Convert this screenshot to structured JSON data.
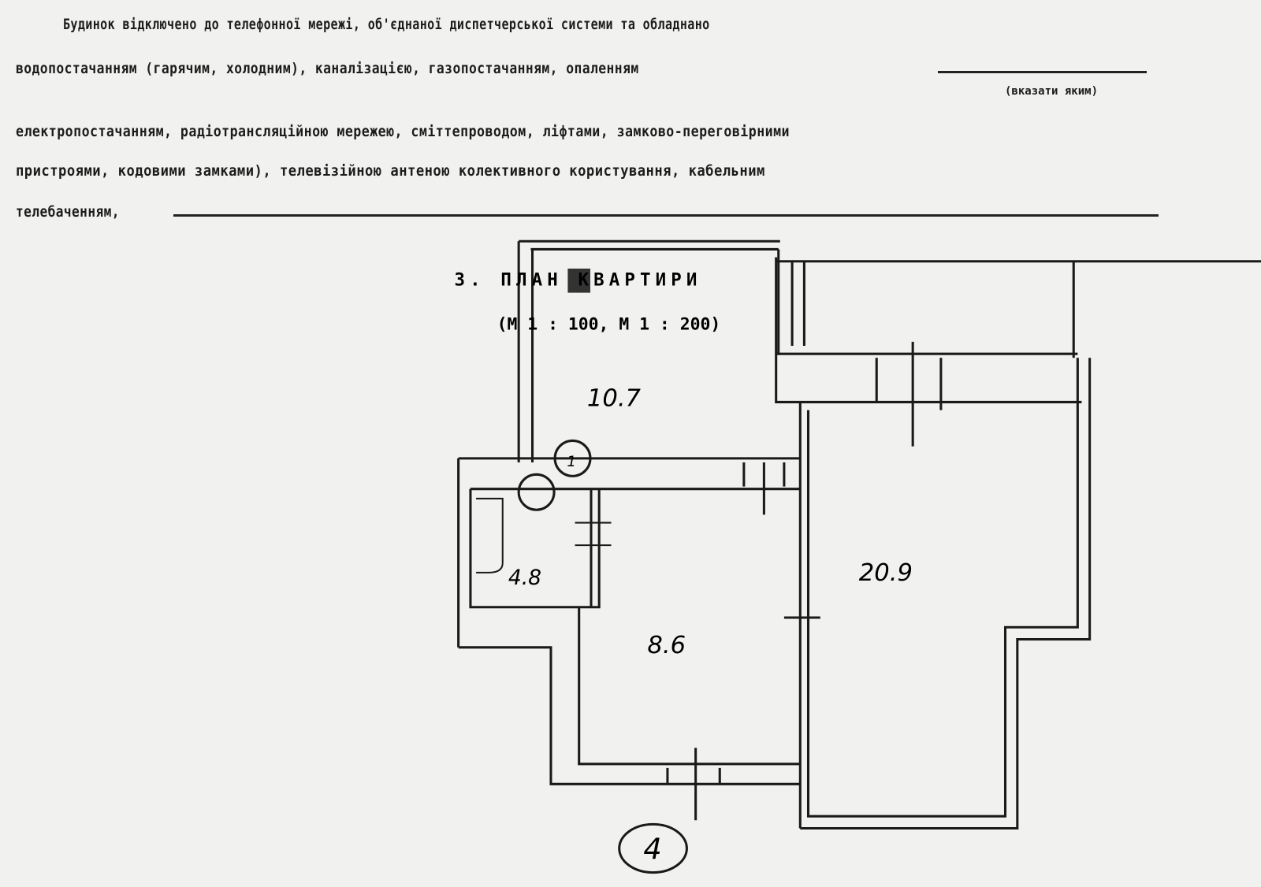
{
  "paragraph": {
    "line1": "Будинок відключено до телефонної мережі, об'єднаної диспетчерської системи та обладнано",
    "line2": "водопостачанням (гарячим, холодним), каналізацією, газопостачанням, опаленням",
    "hint": "(вказати яким)",
    "line3": "електропостачанням, радіотрансляційною мережею, сміттепроводом, ліфтами, замково-переговірними",
    "line4": "пристроями, кодовими замками), телевізійною антеною колективного користування, кабельним",
    "line5": "телебаченням,"
  },
  "plan": {
    "title": "3. ПЛАН КВАРТИРИ",
    "scale": "(М 1 : 100, М 1 : 200)",
    "rooms": [
      {
        "label": "10.7"
      },
      {
        "label": "4.8"
      },
      {
        "label": "8.6"
      },
      {
        "label": "20.9"
      }
    ],
    "marker": "1",
    "page_number": "4"
  }
}
